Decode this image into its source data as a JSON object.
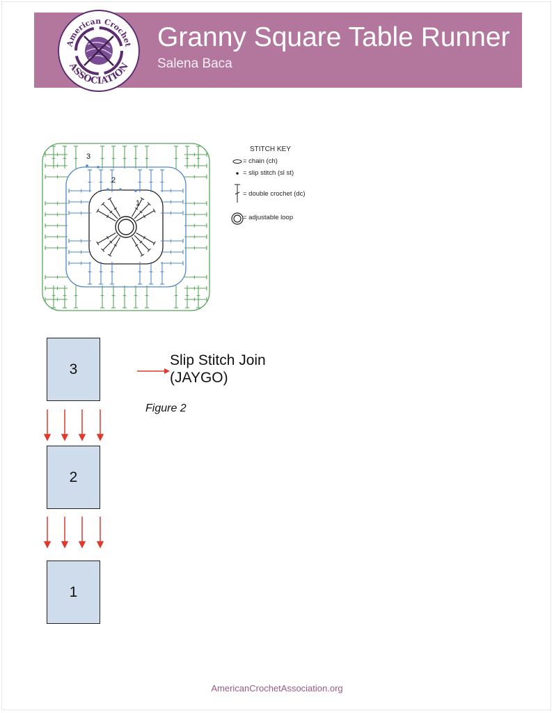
{
  "header": {
    "title": "Granny Square Table Runner",
    "author": "Salena Baca",
    "logo_top_text": "American Crochet",
    "logo_bottom_text": "ASSOCIATION"
  },
  "colors": {
    "header_bg": "#b3779e",
    "round1": "#222222",
    "round2": "#4f86c6",
    "round3": "#58a55a",
    "square_fill": "#cfdcec",
    "arrow": "#e0392b",
    "footer": "#9a5a86"
  },
  "diagram": {
    "round_labels": [
      "1",
      "2",
      "3"
    ]
  },
  "stitch_key": {
    "title": "STITCH KEY",
    "items": [
      {
        "icon": "chain-icon",
        "label": "= chain (ch)"
      },
      {
        "icon": "slip-stitch-icon",
        "label": "= slip stitch (sl st)"
      },
      {
        "icon": "double-crochet-icon",
        "label": "= double crochet (dc)"
      },
      {
        "icon": "adjustable-loop-icon",
        "label": "= adjustable loop"
      }
    ]
  },
  "layout_figure": {
    "squares": [
      "3",
      "2",
      "1"
    ],
    "join_label_line1": "Slip Stitch Join",
    "join_label_line2": "(JAYGO)",
    "caption": "Figure 2"
  },
  "footer": {
    "url": "AmericanCrochetAssociation.org"
  }
}
